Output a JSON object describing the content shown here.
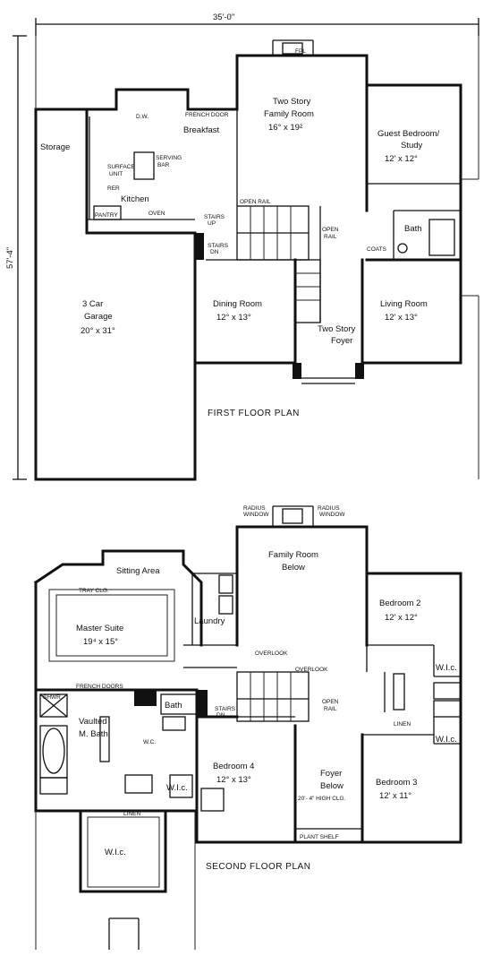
{
  "dimensions": {
    "width": "35'-0\"",
    "depth": "57'-4\""
  },
  "first_floor": {
    "title": "FIRST FLOOR PLAN",
    "fireplace": "FPL",
    "family_room": {
      "name_line1": "Two Story",
      "name_line2": "Family Room",
      "size": "16° x 19²"
    },
    "french_door": "FRENCH DOOR",
    "dw": "D.W.",
    "breakfast": "Breakfast",
    "storage": "Storage",
    "serving_bar_1": "SERVING",
    "serving_bar_2": "BAR",
    "surface_unit_1": "SURFACE",
    "surface_unit_2": "UNIT",
    "rer": "RER",
    "kitchen": "Kitchen",
    "pantry": "PANTRY",
    "oven": "OVEN",
    "open_rail_1": "OPEN RAIL",
    "stairs_up_1": "STAIRS",
    "stairs_up_2": "UP",
    "stairs_dn_1": "STAIRS",
    "stairs_dn_2": "DN",
    "open_rail_2a": "OPEN",
    "open_rail_2b": "RAIL",
    "guest_bedroom": {
      "line1": "Guest Bedroom/",
      "line2": "Study",
      "size": "12' x 12°"
    },
    "bath": "Bath",
    "coats": "COATS",
    "garage": {
      "line1": "3 Car",
      "line2": "Garage",
      "size": "20° x 31°"
    },
    "dining_room": {
      "name": "Dining Room",
      "size": "12° x 13°"
    },
    "living_room": {
      "name": "Living Room",
      "size": "12' x 13°"
    },
    "foyer": {
      "line1": "Two Story",
      "line2": "Foyer"
    }
  },
  "second_floor": {
    "title": "SECOND FLOOR PLAN",
    "radius_window_1a": "RADIUS",
    "radius_window_1b": "WINDOW",
    "radius_window_2a": "RADIUS",
    "radius_window_2b": "WINDOW",
    "family_room_below": {
      "line1": "Family Room",
      "line2": "Below"
    },
    "sitting_area": "Sitting Area",
    "tray_clg": "TRAY CLG.",
    "bedroom_2": {
      "name": "Bedroom 2",
      "size": "12' x 12°"
    },
    "laundry": "Laundry",
    "master_suite": {
      "name": "Master Suite",
      "size": "19⁴ x 15°"
    },
    "overlook_1": "OVERLOOK",
    "overlook_2": "OVERLOOK",
    "wic": "W.I.c.",
    "french_doors": "FRENCH DOORS",
    "shwr": "SHWR.",
    "bath": "Bath",
    "stairs_dn_1": "STAIRS",
    "stairs_dn_2": "DN.",
    "open_rail_1": "OPEN",
    "open_rail_2": "RAIL",
    "linen": "LINEN",
    "vaulted_bath": {
      "line1": "Vaulted",
      "line2": "M. Bath"
    },
    "wc": "W.C.",
    "bedroom_4": {
      "name": "Bedroom 4",
      "size": "12° x 13°"
    },
    "foyer_below": {
      "line1": "Foyer",
      "line2": "Below"
    },
    "bedroom_3": {
      "name": "Bedroom 3",
      "size": "12' x 11°"
    },
    "high_clg": "20'- 4\" HIGH CLG.",
    "plant_shelf": "PLANT SHELF"
  }
}
